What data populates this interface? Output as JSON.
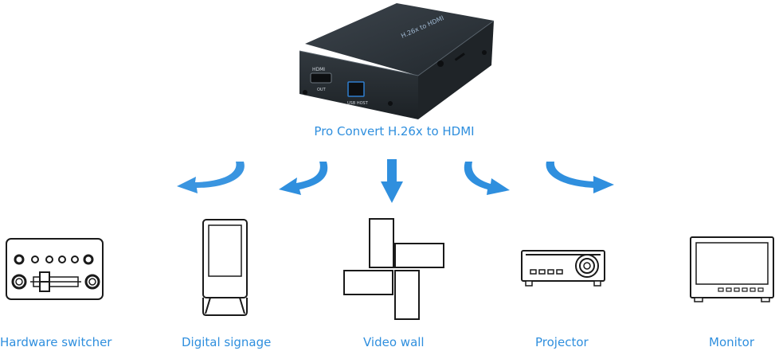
{
  "device": {
    "caption": "Pro Convert  H.26x to HDMI",
    "top_label": "H.26x to HDMI",
    "port_hdmi_label": "HDMI",
    "port_hdmi_sub": "OUT",
    "port_usb_label": "USB HOST"
  },
  "outputs": [
    {
      "label": "Hardware switcher",
      "icon": "hardware-switcher-icon"
    },
    {
      "label": "Digital signage",
      "icon": "digital-signage-icon"
    },
    {
      "label": "Video wall",
      "icon": "video-wall-icon"
    },
    {
      "label": "Projector",
      "icon": "projector-icon"
    },
    {
      "label": "Monitor",
      "icon": "monitor-icon"
    }
  ],
  "colors": {
    "accent": "#2f8fde",
    "arrow": "#2f8fde",
    "device_body": "#2b3137",
    "outline": "#1a1a1a"
  }
}
